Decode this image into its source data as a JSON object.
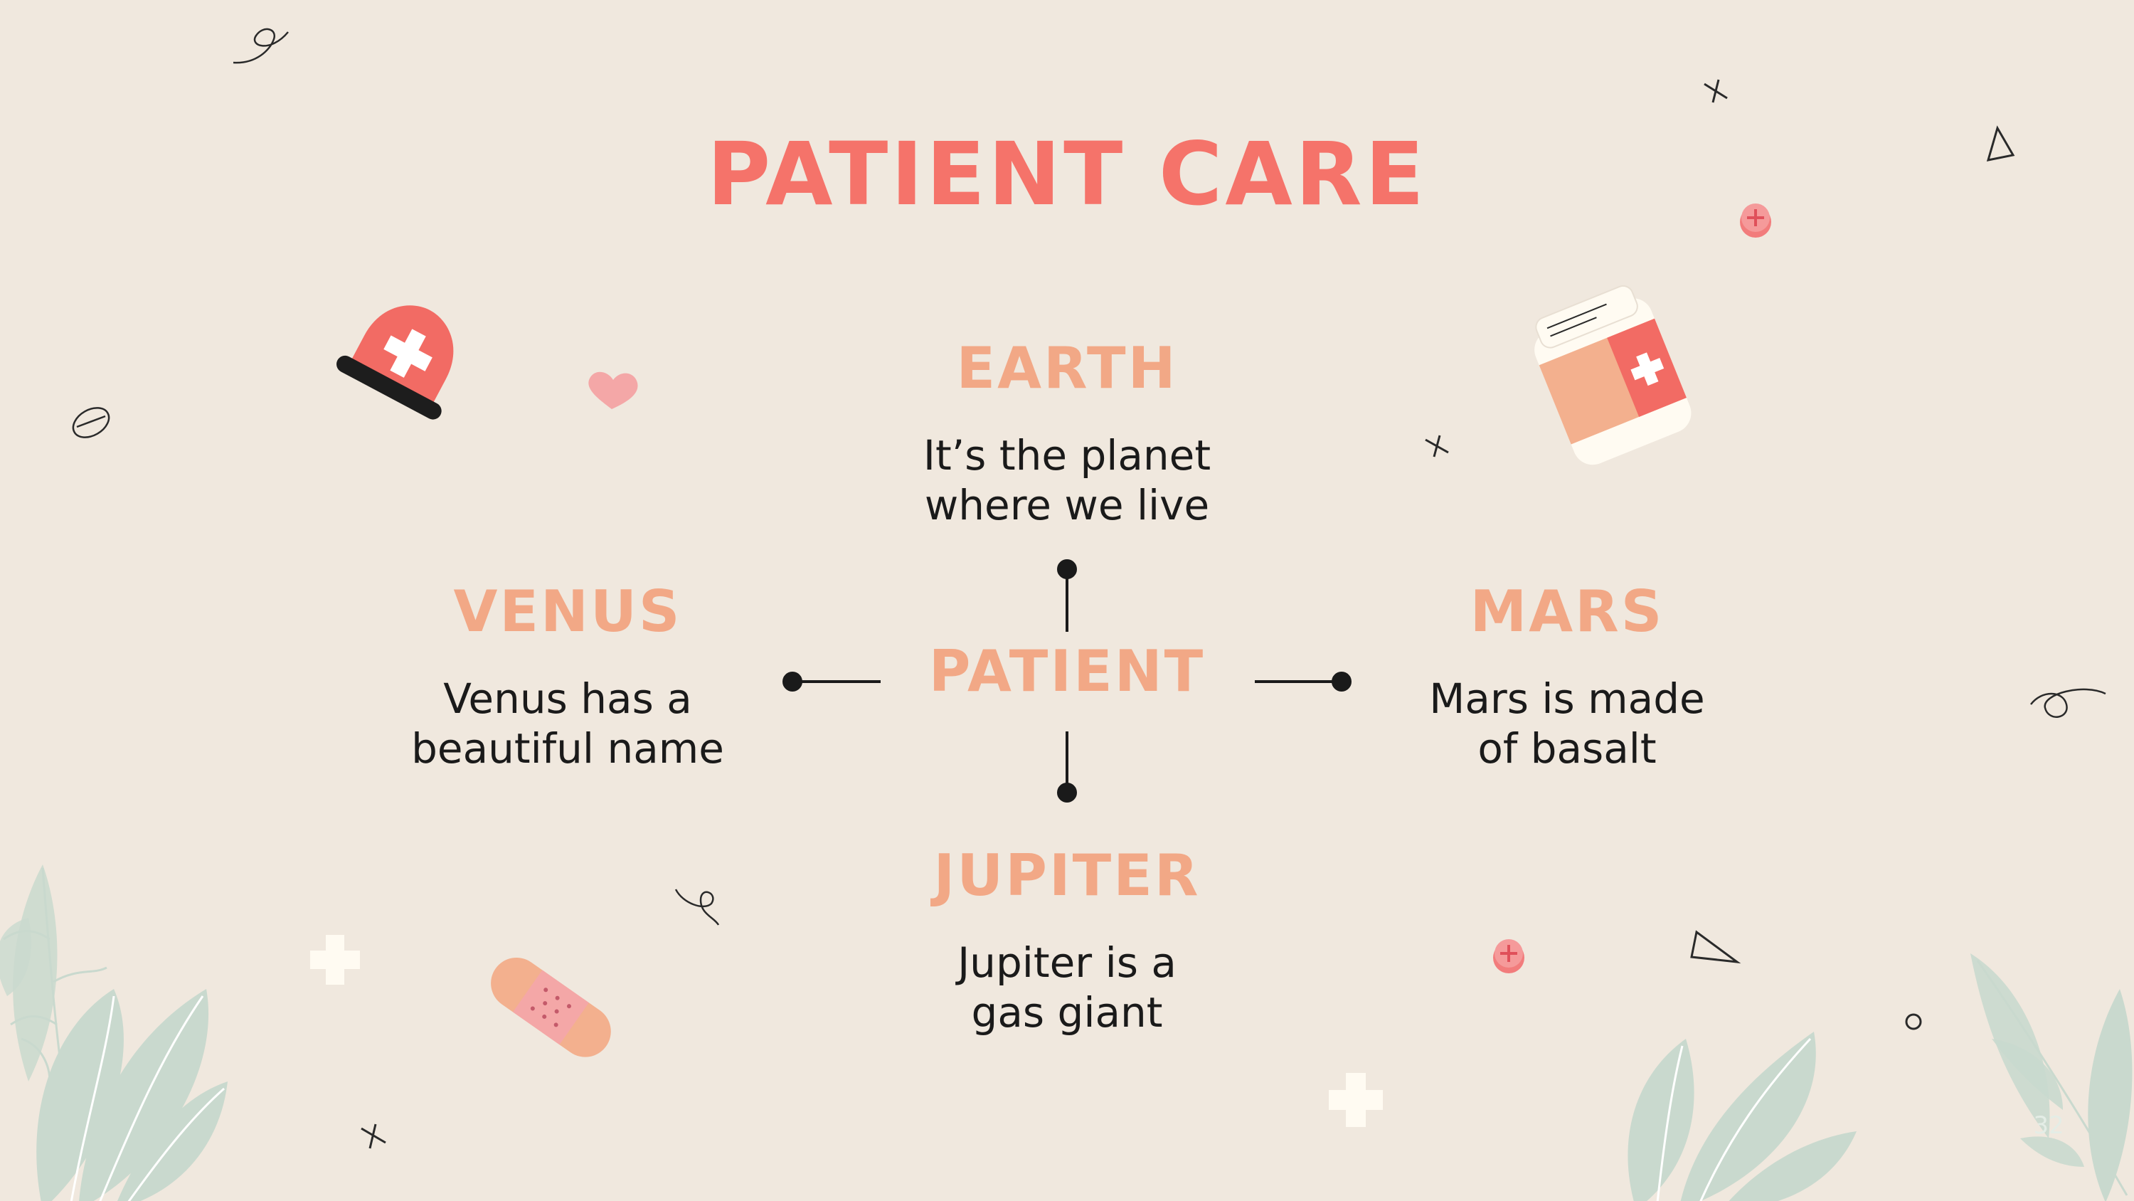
{
  "slide": {
    "title": "PATIENT CARE",
    "center_label": "PATIENT",
    "page_number": "32",
    "items": [
      {
        "key": "earth",
        "heading": "EARTH",
        "line1": "It’s the planet",
        "line2": "where we live"
      },
      {
        "key": "venus",
        "heading": "VENUS",
        "line1": "Venus has a",
        "line2": "beautiful name"
      },
      {
        "key": "mars",
        "heading": "MARS",
        "line1": "Mars is made",
        "line2": "of basalt"
      },
      {
        "key": "jupiter",
        "heading": "JUPITER",
        "line1": "Jupiter is a",
        "line2": "gas giant"
      }
    ]
  },
  "colors": {
    "background": "#F0E8DE",
    "title": "#F5736A",
    "heading": "#F2A886",
    "text": "#1A1A1A",
    "leaf": "#C9D9CE"
  },
  "decorations": {
    "icons": [
      "siren-icon",
      "heart-icon",
      "pill-bottle-icon",
      "bandage-icon",
      "cross-icon",
      "pill-icon",
      "leaf-icon",
      "sparkle-icon",
      "triangle-icon",
      "squiggle-icon",
      "circle-icon"
    ]
  }
}
